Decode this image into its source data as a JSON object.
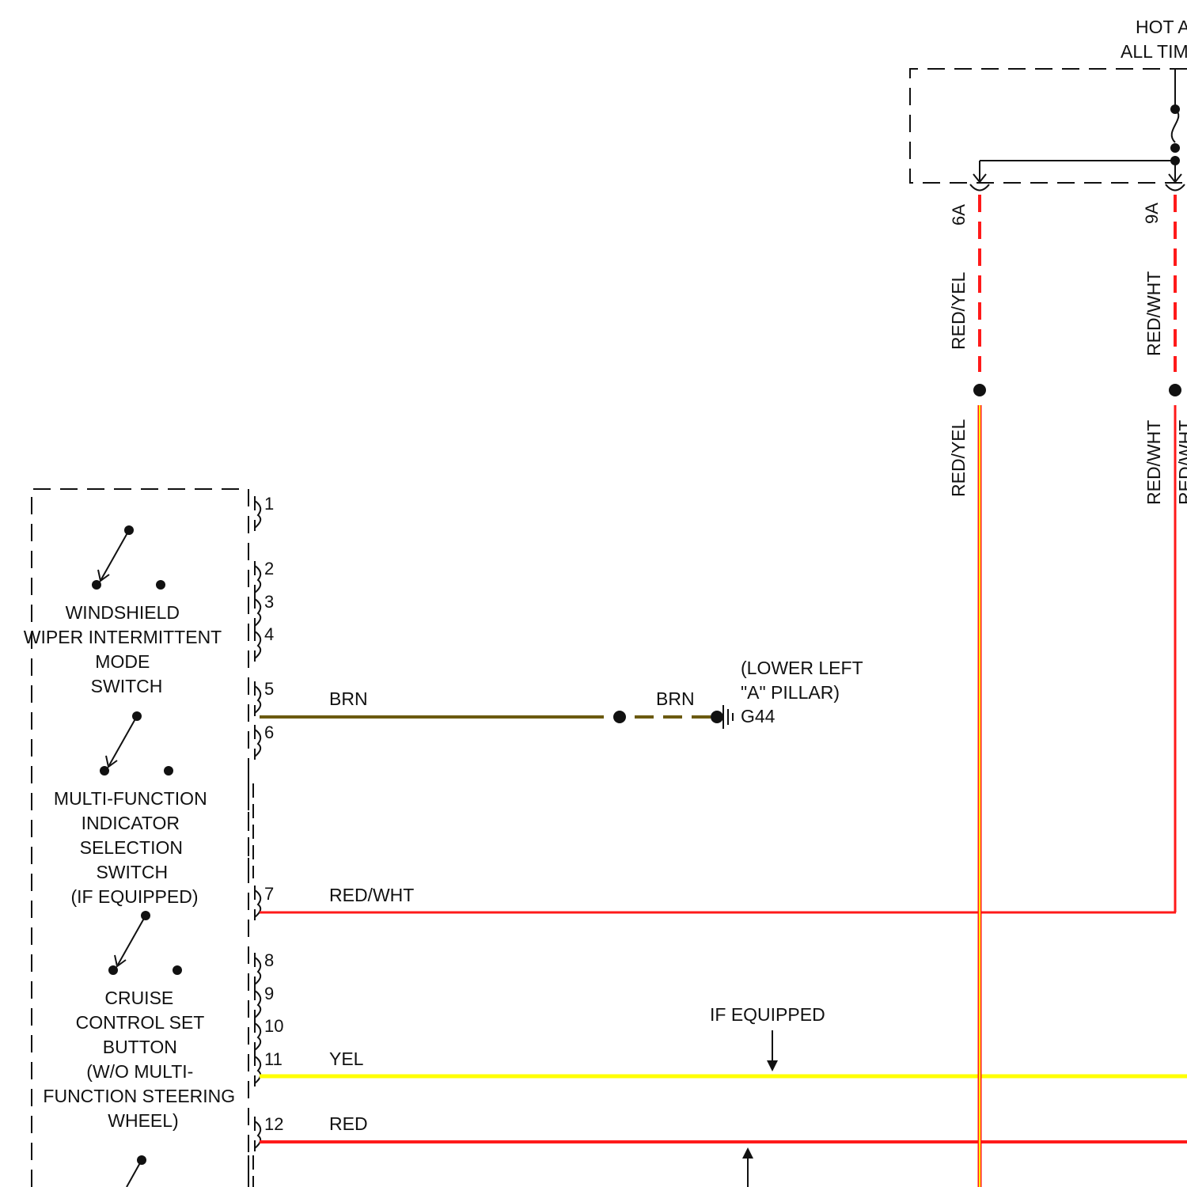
{
  "colors": {
    "red": "#ff1a1a",
    "yellow": "#ffff00",
    "brown": "#6b5a10",
    "black": "#111111"
  },
  "power_source": {
    "line1": "HOT A",
    "line2": "ALL TIM"
  },
  "top_connectors": [
    {
      "id": "6A",
      "wire_above": "RED/YEL",
      "wire_below": "RED/YEL"
    },
    {
      "id": "9A",
      "wire_above": "RED/WHT",
      "wire_below": "RED/WHT",
      "wire_below_2": "RED/WHT"
    }
  ],
  "switch_assembly": {
    "switches": [
      {
        "name": "WINDSHIELD WIPER INTERMITTENT MODE SWITCH",
        "lines": [
          "WINDSHIELD",
          "WIPER INTERMITTENT",
          "MODE",
          "SWITCH"
        ]
      },
      {
        "name": "MULTI-FUNCTION INDICATOR SELECTION SWITCH (IF EQUIPPED)",
        "lines": [
          "MULTI-FUNCTION",
          "INDICATOR",
          "SELECTION",
          "SWITCH",
          "(IF EQUIPPED)"
        ]
      },
      {
        "name": "CRUISE CONTROL SET BUTTON (W/O MULTI-FUNCTION STEERING WHEEL)",
        "lines": [
          "CRUISE",
          "CONTROL SET",
          "BUTTON",
          "(W/O MULTI-",
          "FUNCTION STEERING",
          "WHEEL)"
        ]
      }
    ],
    "pins": [
      "1",
      "2",
      "3",
      "4",
      "5",
      "6",
      "7",
      "8",
      "9",
      "10",
      "11",
      "12"
    ]
  },
  "wires": [
    {
      "pin": "5",
      "color_label": "BRN",
      "splice_label": "BRN"
    },
    {
      "pin": "7",
      "color_label": "RED/WHT"
    },
    {
      "pin": "11",
      "color_label": "YEL"
    },
    {
      "pin": "12",
      "color_label": "RED"
    }
  ],
  "ground": {
    "id": "G44",
    "location_line1": "(LOWER LEFT",
    "location_line2": "\"A\" PILLAR)"
  },
  "notes": {
    "if_equipped": "IF EQUIPPED"
  }
}
